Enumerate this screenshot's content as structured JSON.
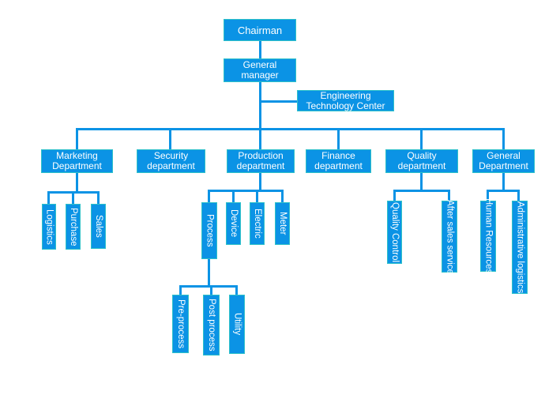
{
  "colors": {
    "box_fill": "#0b93e5",
    "box_border": "#2ec1c9",
    "line": "#0b93e5",
    "text": "#ffffff",
    "background": "#ffffff"
  },
  "org": {
    "chairman": "Chairman",
    "general_manager": "General manager",
    "engineering_center": "Engineering Technology Center",
    "marketing": {
      "label": "Marketing Department",
      "logistics": "Logistics",
      "purchase": "Purchase",
      "sales": "Sales"
    },
    "security": {
      "label": "Security department"
    },
    "production": {
      "label": "Production department",
      "process": "Process",
      "device": "Device",
      "electric": "Electric",
      "meter": "Meter",
      "pre_process": "Pre-process",
      "post_process": "Post process",
      "utility": "Utility"
    },
    "finance": {
      "label": "Finance department"
    },
    "quality": {
      "label": "Quality department",
      "quality_control": "Quality Control",
      "after_sales": "After sales service"
    },
    "general": {
      "label": "General Department",
      "human_resources": "Human Resources",
      "admin_logistics": "Administrative logistics"
    }
  }
}
